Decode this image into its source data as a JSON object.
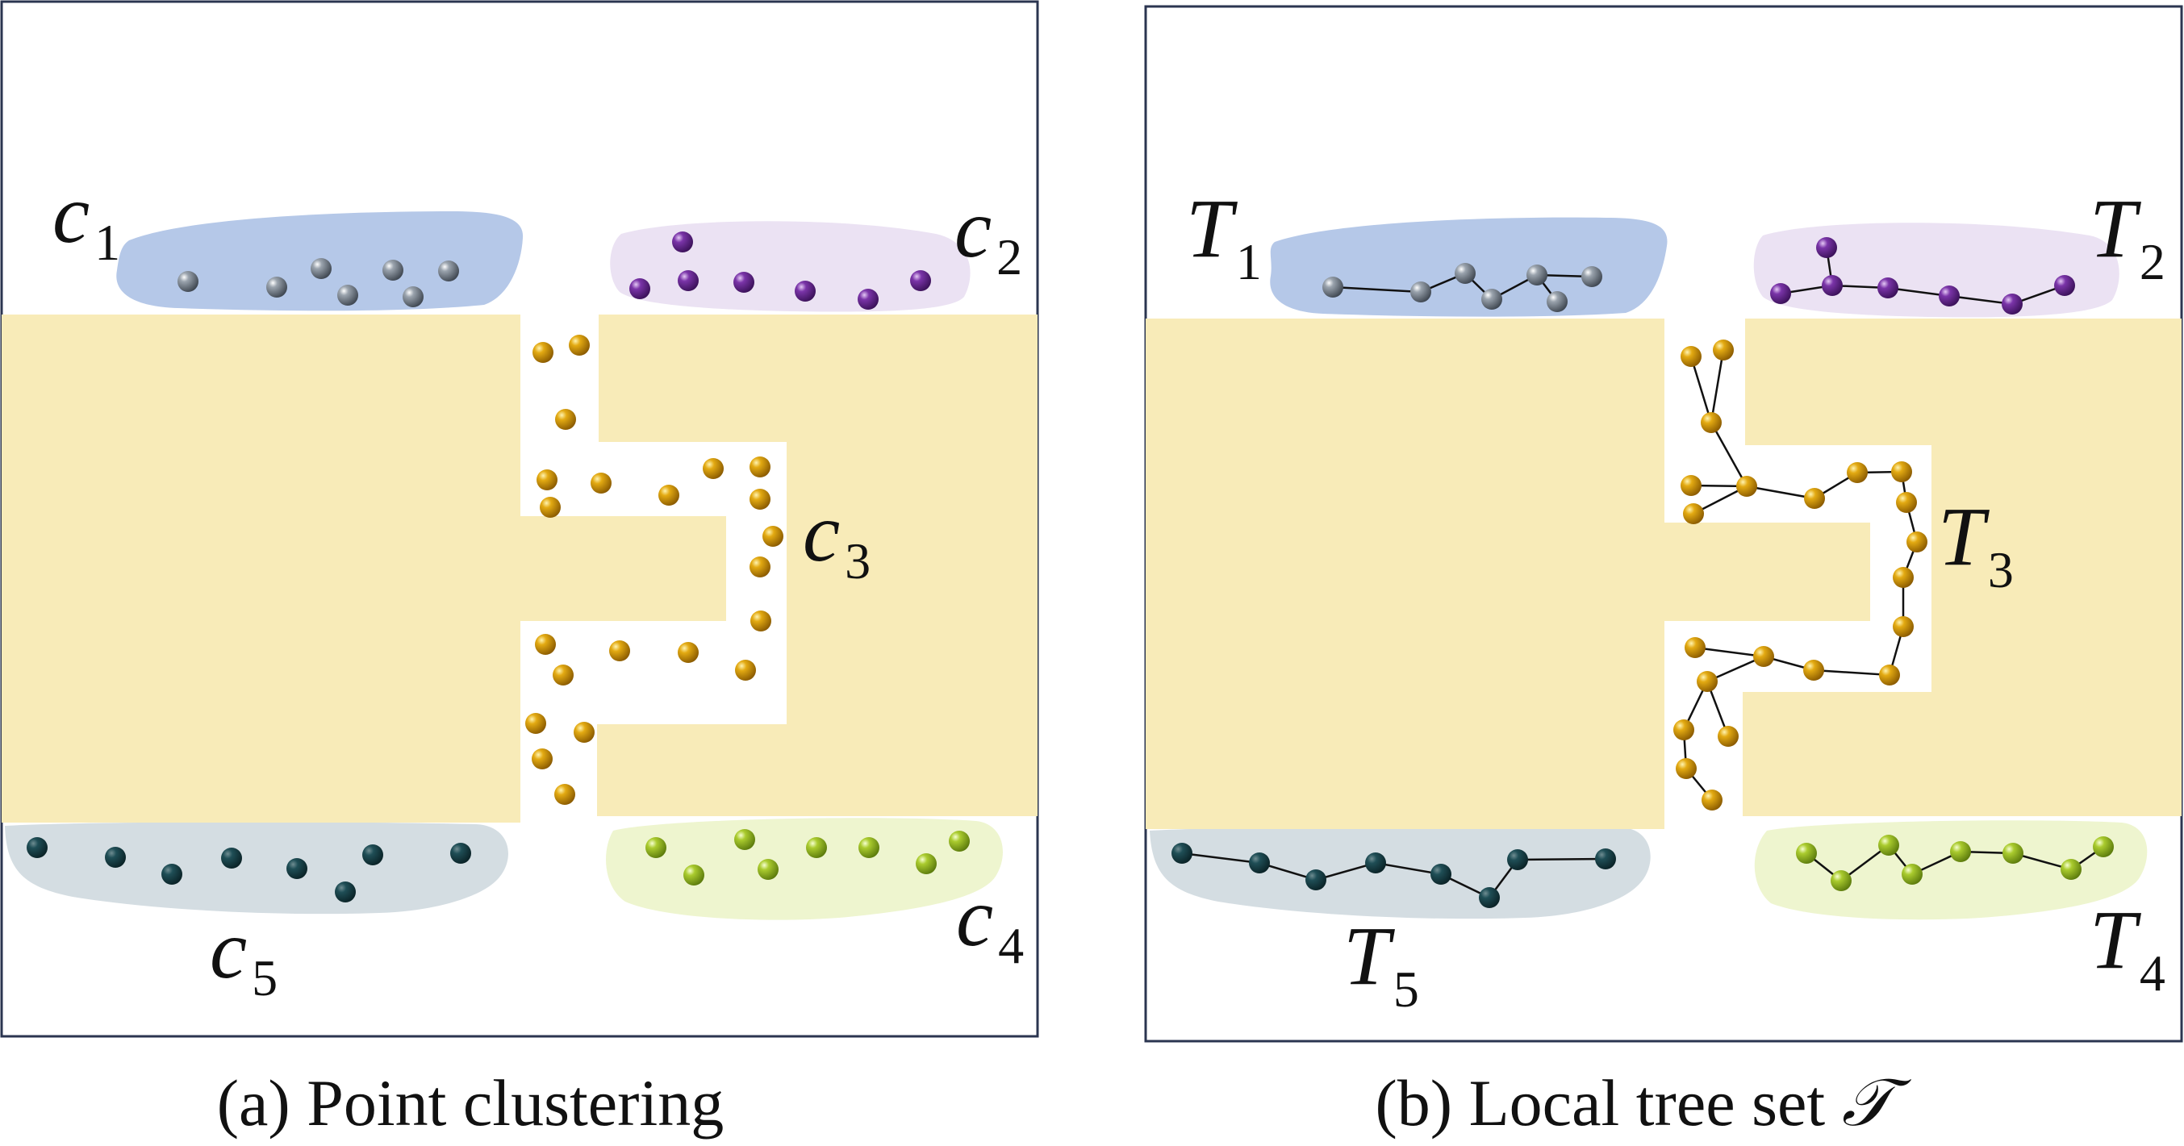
{
  "colors": {
    "frame": "#2b3550",
    "wall": "#f8ebb8",
    "blue_bg": "#b5c8e8",
    "blue_pt": "#7c8691",
    "purple_bg": "#ebe2f3",
    "purple_pt": "#6d2f96",
    "yellow_pt": "#d9a20f",
    "green_bg": "#eef5cf",
    "green_pt": "#a3c52d",
    "teal_bg": "#d4dde2",
    "teal_pt": "#1c4a52"
  },
  "panel_a": {
    "caption": "(a) Point clustering",
    "labels": {
      "c1": {
        "main": "c",
        "sub": "1"
      },
      "c2": {
        "main": "c",
        "sub": "2"
      },
      "c3": {
        "main": "c",
        "sub": "3"
      },
      "c4": {
        "main": "c",
        "sub": "4"
      },
      "c5": {
        "main": "c",
        "sub": "5"
      }
    }
  },
  "panel_b": {
    "caption_prefix": "(b) Local tree set ",
    "caption_symbol": "𝒯",
    "labels": {
      "t1": {
        "main": "T",
        "sub": "1"
      },
      "t2": {
        "main": "T",
        "sub": "2"
      },
      "t3": {
        "main": "T",
        "sub": "3"
      },
      "t4": {
        "main": "T",
        "sub": "4"
      },
      "t5": {
        "main": "T",
        "sub": "5"
      }
    }
  }
}
